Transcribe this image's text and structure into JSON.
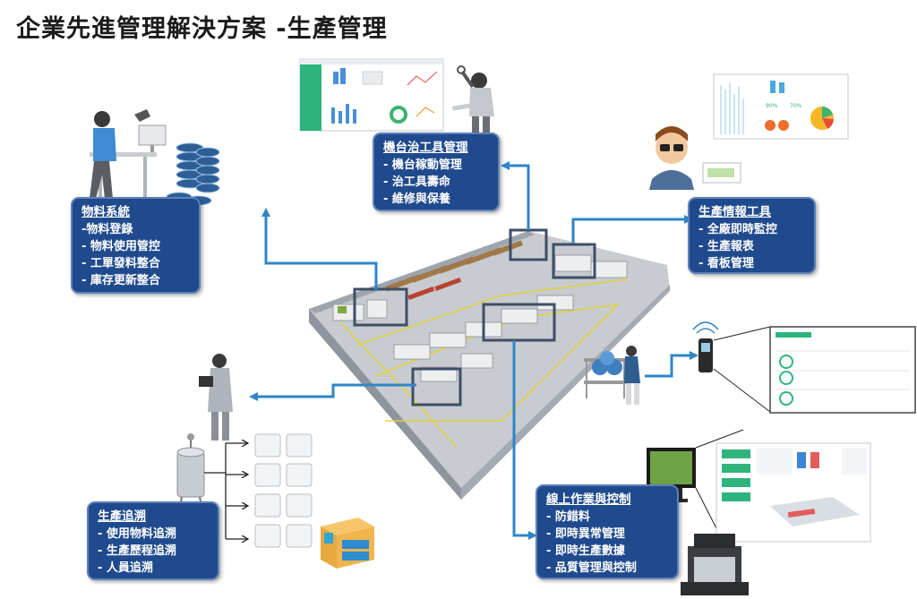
{
  "title": "企業先進管理解決方案 -生產管理",
  "boxes": {
    "material": {
      "heading": "物料系統",
      "items": [
        "-物料登錄",
        "- 物料使用管控",
        "- 工單發料整合",
        "- 庫存更新整合"
      ]
    },
    "machine": {
      "heading": "機台治工具管理",
      "items": [
        "- 機台稼動管理",
        "- 治工具壽命",
        "- 維修與保養"
      ]
    },
    "info": {
      "heading": "生產情報工具",
      "items": [
        "- 全廠即時監控",
        "- 生產報表",
        "-  看板管理"
      ]
    },
    "trace": {
      "heading": "生產追溯",
      "items": [
        "- 使用物料追溯",
        "- 生產歷程追溯",
        "- 人員追溯"
      ]
    },
    "online": {
      "heading": "線上作業與控制",
      "items": [
        "- 防錯料",
        "- 即時異常管理",
        "- 即時生產數據",
        "- 品質管理與控制"
      ]
    }
  },
  "colors": {
    "box_fill": "#1f4a8d",
    "arrow": "#2e86c8",
    "highlight_frame": "#3e4e66",
    "floor": "#c8cbd0"
  },
  "icons": [
    "worker-at-desk-icon",
    "database-stack-icon",
    "mechanic-with-wrench-icon",
    "manager-with-glasses-icon",
    "handheld-scanner-icon",
    "operator-with-cart-icon",
    "technician-with-tablet-icon",
    "stainless-tank-icon",
    "material-container-icon",
    "touchscreen-terminal-icon",
    "inspection-machine-icon",
    "factory-floor-illustration"
  ]
}
